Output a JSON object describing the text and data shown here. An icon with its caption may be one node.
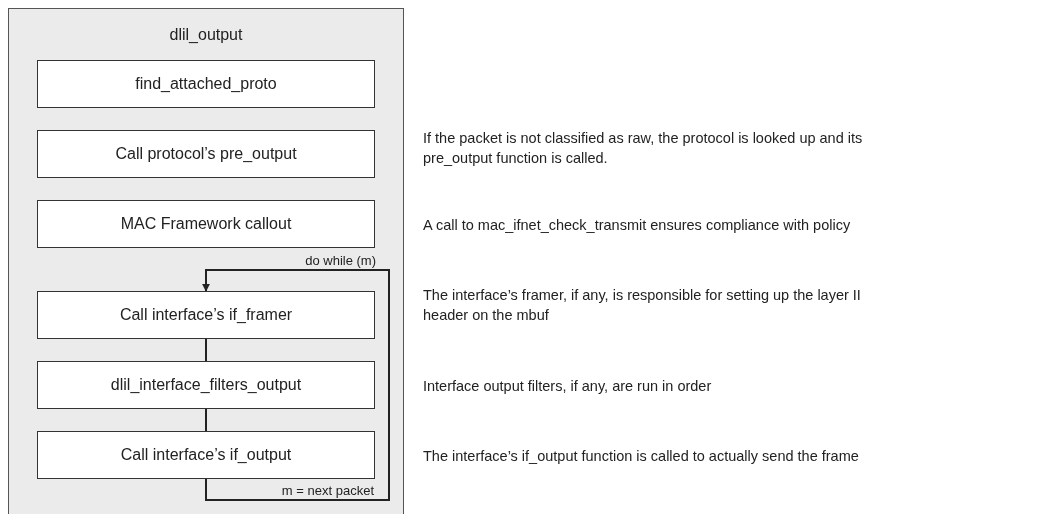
{
  "diagram": {
    "nodes": [
      {
        "text": [
          "dlil_output"
        ]
      },
      {
        "text": [
          "find_attached_proto"
        ],
        "in": 0
      },
      {
        "text": [
          "Call protocol’s pre_output"
        ],
        "in": 0
      },
      {
        "text": [
          "MAC Framework callout"
        ],
        "in": 0
      },
      {
        "text": [
          "Call interface’s if_framer"
        ],
        "in": 0
      },
      {
        "text": [
          "dlil_interface_filters_output"
        ],
        "in": 0
      },
      {
        "text": [
          "Call interface’s if_output"
        ],
        "in": 0
      }
    ],
    "edges": [
      {
        "from": 4,
        "to": 5,
        "arrow": "none"
      },
      {
        "from": 5,
        "to": 6,
        "arrow": "none"
      },
      {
        "from": 6,
        "to": 4,
        "arrow": "to",
        "label": "m = next packet"
      }
    ],
    "labels": [
      "do while (m)",
      "If the packet is not classified as raw, the protocol is looked up and its pre_output function is called.",
      "A call to mac_ifnet_check_transmit ensures compliance with policy",
      "The interface’s framer, if any, is responsible for setting up the layer II header on the mbuf",
      "Interface output filters, if any, are run in order",
      "The interface’s if_output function is called to actually send the frame"
    ]
  }
}
